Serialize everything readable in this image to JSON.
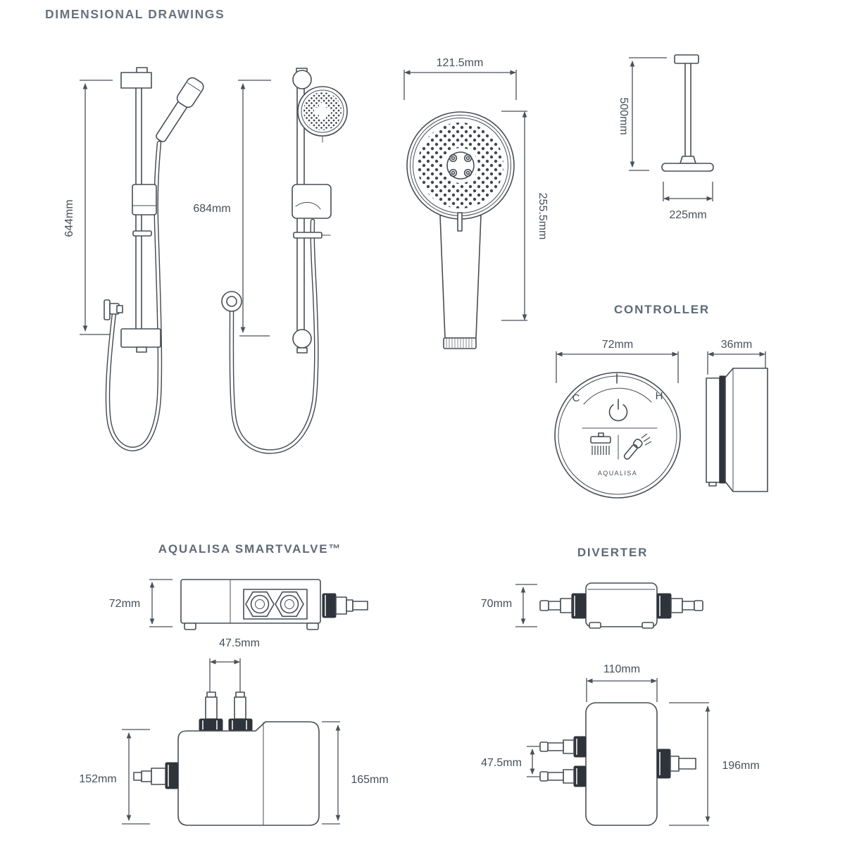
{
  "title": "DIMENSIONAL DRAWINGS",
  "rail_side": {
    "height": "644mm"
  },
  "rail_front": {
    "height": "684mm"
  },
  "handset": {
    "width": "121.5mm",
    "height": "255.5mm"
  },
  "ceiling_arm": {
    "height": "500mm",
    "width": "225mm"
  },
  "controller": {
    "title": "CONTROLLER",
    "width": "72mm",
    "depth": "36mm",
    "cold": "C",
    "hot": "H",
    "brand": "AQUALISA"
  },
  "smartvalve": {
    "title": "AQUALISA SMARTVALVE™",
    "height_side": "72mm",
    "inlet_spacing": "47.5mm",
    "height_plan": "152mm",
    "height_overall": "165mm"
  },
  "diverter": {
    "title": "DIVERTER",
    "height_side": "70mm",
    "width": "110mm",
    "inlet_spacing": "47.5mm",
    "height_overall": "196mm"
  }
}
